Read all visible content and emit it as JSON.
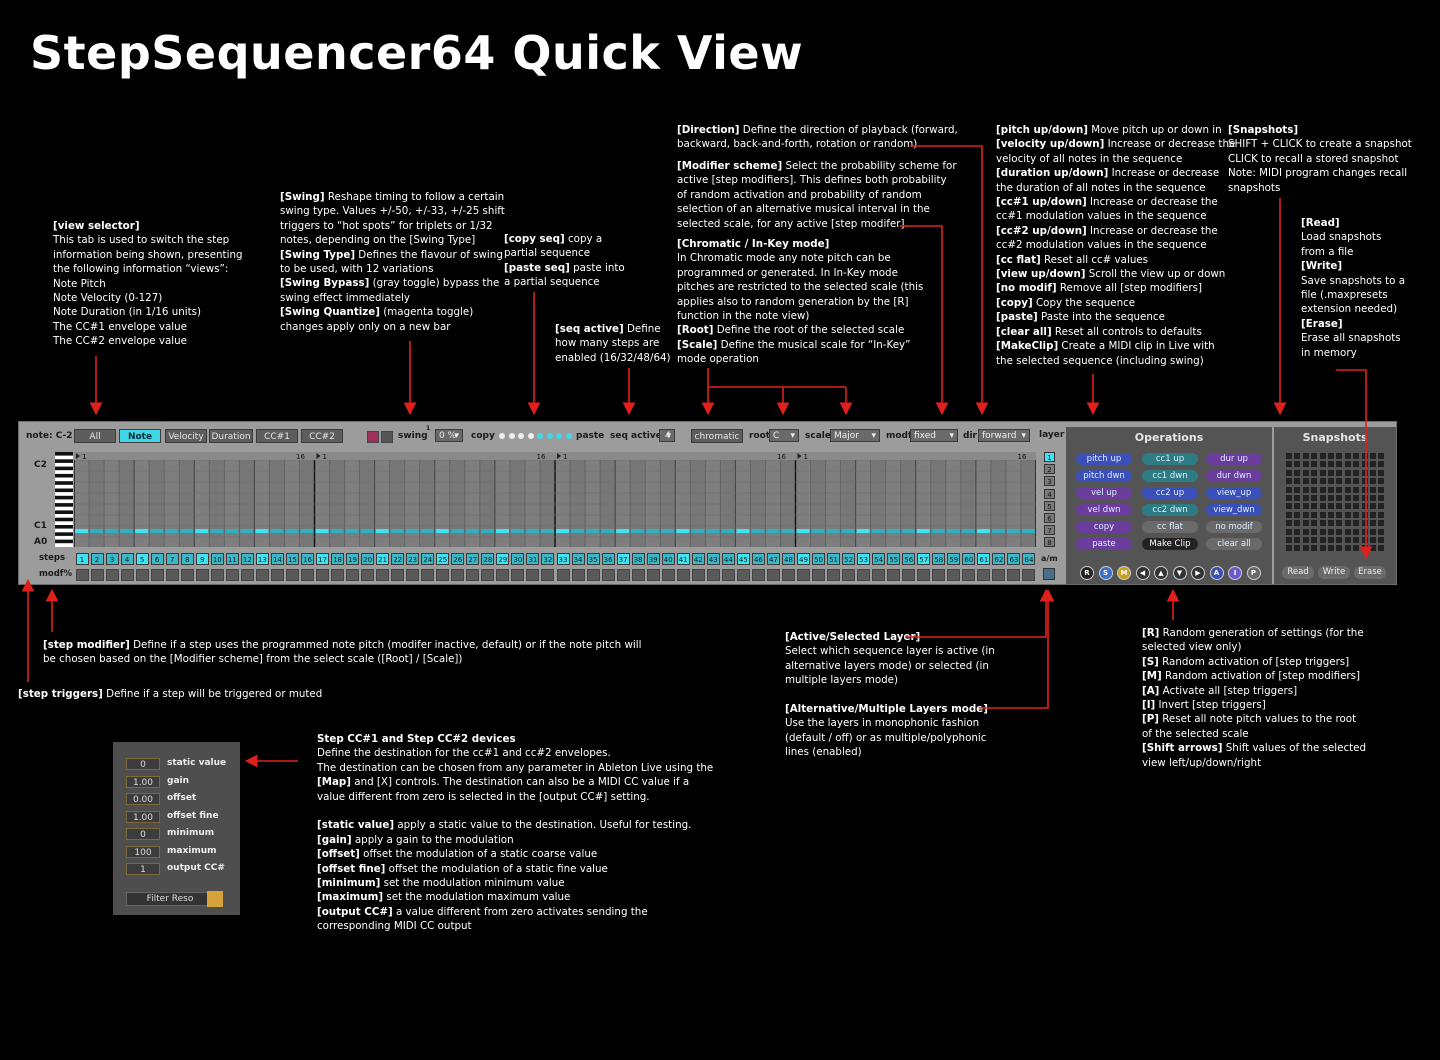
{
  "title": "StepSequencer64 Quick View",
  "device": {
    "note_label": "note: C-2",
    "view_tabs": [
      "All",
      "Note",
      "Velocity",
      "Duration",
      "CC#1",
      "CC#2"
    ],
    "swing_label": "swing",
    "swing_sup": "1",
    "swing_value": "0 %",
    "copy_label": "copy",
    "paste_label": "paste",
    "seq_active_label": "seq active",
    "seq_active_value": "4",
    "mode_value": "chromatic",
    "root_label": "root",
    "root_value": "C",
    "scale_label": "scale",
    "scale_value": "Major",
    "modf_label": "modf",
    "modf_value": "fixed",
    "dir_label": "dir",
    "dir_value": "forward",
    "layer_label": "layer",
    "layers": [
      "1",
      "2",
      "3",
      "4",
      "5",
      "6",
      "7",
      "8"
    ],
    "am_label": "a/m",
    "key_c2": "C2",
    "key_c1": "C1",
    "key_a0": "A0",
    "steps_label": "steps",
    "modf_row_label": "modf%",
    "bar_start": "1",
    "bar_end": "16",
    "operations_title": "Operations",
    "ops": [
      [
        "pitch up",
        "cc1 up",
        "dur up"
      ],
      [
        "pitch dwn",
        "cc1 dwn",
        "dur dwn"
      ],
      [
        "vel up",
        "cc2 up",
        "view_up"
      ],
      [
        "vel dwn",
        "cc2 dwn",
        "view_dwn"
      ],
      [
        "copy",
        "cc flat",
        "no modif"
      ],
      [
        "paste",
        "Make Clip",
        "clear all"
      ]
    ],
    "op_circles": [
      "R",
      "S",
      "M",
      "◀",
      "▲",
      "▼",
      "▶",
      "A",
      "I",
      "P"
    ],
    "snapshots_title": "Snapshots",
    "snap_buttons": [
      "Read",
      "Write",
      "Erase"
    ]
  },
  "annotations": {
    "view_selector": [
      "[view selector]",
      "This tab is used to switch the step",
      "information being shown, presenting",
      "the following information “views”:",
      "Note Pitch",
      "Note Velocity (0-127)",
      "Note Duration (in 1/16 units)",
      "The CC#1 envelope value",
      "The CC#2 envelope value"
    ],
    "swing": [
      "[Swing] Reshape timing to follow a certain",
      "swing type. Values +/-50, +/-33, +/-25 shift",
      "triggers to “hot spots” for triplets or 1/32",
      "notes, depending on the [Swing Type]",
      "[Swing Type] Defines the flavour of swing",
      "to be used, with 12 variations",
      "[Swing Bypass] (gray toggle) bypass the",
      "swing effect immediately",
      "[Swing Quantize] (magenta toggle)",
      "changes apply only on a new bar"
    ],
    "copy_seq": [
      "[copy seq] copy a",
      "partial sequence",
      "[paste seq] paste into",
      "a partial sequence"
    ],
    "seq_active": [
      "[seq active] Define",
      "how many steps are",
      "enabled (16/32/48/64)"
    ],
    "direction": [
      "[Direction] Define the direction of playback (forward,",
      "backward, back-and-forth, rotation or random)"
    ],
    "modifier": [
      "[Modifier scheme] Select the probability scheme for",
      "active [step modifiers]. This defines both probability",
      "of random activation and probability of random",
      "selection of an alternative musical interval in the",
      "selected scale, for any active [step modifer]."
    ],
    "chromatic": [
      "[Chromatic / In-Key mode]",
      "In Chromatic mode any note pitch can be",
      "programmed or generated. In In-Key mode",
      "pitches are restricted to the selected scale (this",
      "applies also to random generation by the [R]",
      "function in  the note view)",
      "[Root] Define the root of the selected scale",
      "[Scale] Define the musical scale for “In-Key”",
      "mode operation"
    ],
    "pitch": [
      "[pitch up/down] Move pitch up or down in",
      "[velocity up/down] Increase or decrease the",
      "velocity of all notes in the sequence",
      "[duration up/down] Increase or decrease",
      "the duration of all notes in the sequence",
      "[cc#1 up/down] Increase or decrease the",
      "cc#1 modulation values in the sequence",
      "[cc#2 up/down] Increase or decrease the",
      "cc#2 modulation values in the sequence",
      "[cc flat] Reset all cc# values",
      "[view up/down] Scroll the view up or down",
      "[no modif] Remove all [step modifiers]",
      "[copy] Copy the sequence",
      "[paste] Paste into the sequence",
      "[clear all] Reset all controls to defaults",
      "[MakeClip] Create a MIDI clip in Live with",
      "the selected sequence (including swing)"
    ],
    "snapshots": [
      "[Snapshots]",
      "SHIFT + CLICK to create a snapshot",
      "CLICK to recall a stored snapshot",
      "Note: MIDI program changes recall",
      "snapshots"
    ],
    "read": [
      "[Read]",
      "Load snapshots",
      "from a file",
      "[Write]",
      "Save snapshots to a",
      "file (.maxpresets",
      "extension needed)",
      "[Erase]",
      "Erase all snapshots",
      "in memory"
    ],
    "step_modifier": [
      "[step modifier] Define if a step uses the programmed note pitch (modifer inactive, default) or if the note pitch will",
      "be chosen based on the [Modifier scheme] from the select scale ([Root] / [Scale])"
    ],
    "step_triggers": [
      "[step triggers] Define if a step will be triggered or muted"
    ],
    "layer": [
      "[Active/Selected Layer]",
      "Select which sequence layer is active (in",
      "alternative layers mode) or selected (in",
      "multiple layers mode)"
    ],
    "alt_layers": [
      "[Alternative/Multiple  Layers mode]",
      "Use the layers in monophonic fashion",
      "(default / off) or as multiple/polyphonic",
      "lines (enabled)"
    ],
    "random": [
      "[R] Random generation of settings (for the",
      "selected view only)",
      "[S] Random activation of [step triggers]",
      "[M] Random activation of [step modifiers]",
      "[A] Activate all [step triggers]",
      "[I] Invert [step triggers]",
      "[P] Reset all note pitch values to the root",
      "of the selected scale",
      "[Shift arrows] Shift values of the selected",
      "view left/up/down/right"
    ],
    "cc_devices": [
      "Step CC#1 and Step CC#2 devices",
      "Define the destination for the cc#1 and cc#2 envelopes.",
      "The destination can be chosen from any parameter in Ableton Live using the",
      "[Map] and [X] controls. The destination can also be a MIDI CC value if a",
      "value different from zero is selected in the [output CC#] setting.",
      "",
      "[static value] apply a static value to the destination. Useful for testing.",
      "[gain] apply a gain to the modulation",
      "[offset] offset the modulation of a static coarse value",
      "[offset fine] offset the modulation of a static fine value",
      "[minimum] set the modulation minimum value",
      "[maximum] set the modulation maximum value",
      "[output  CC#] a value different from zero activates sending the",
      "corresponding MIDI CC output"
    ]
  },
  "cc_panel": {
    "rows": [
      {
        "value": "0",
        "label": "static value"
      },
      {
        "value": "1.00",
        "label": "gain"
      },
      {
        "value": "0.00",
        "label": "offset"
      },
      {
        "value": "1.00",
        "label": "offset fine"
      },
      {
        "value": "0",
        "label": "minimum"
      },
      {
        "value": "100",
        "label": "maximum"
      },
      {
        "value": "1",
        "label": "output CC#"
      }
    ],
    "filter_label": "Filter Reso"
  },
  "colors": {
    "accent": "#3fd7e8",
    "arrow": "#e0201c",
    "panel": "#9c9c9c"
  }
}
